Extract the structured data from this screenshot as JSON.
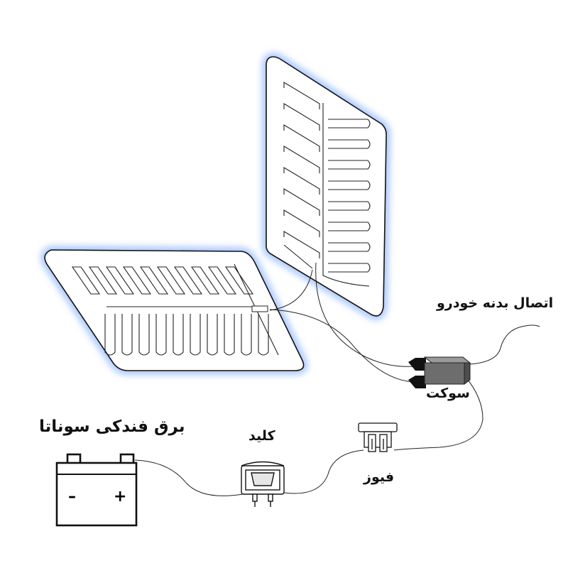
{
  "labels": {
    "ground": "اتصال بدنه خودرو",
    "socket": "سوکت",
    "battery": "برق فندکی سوناتا",
    "switch": "کلید",
    "fuse": "فیوز"
  },
  "battery_terminals": {
    "negative": "–",
    "positive": "+"
  },
  "colors": {
    "outline": "#111111",
    "pad_glow": "#8fb7ff",
    "socket_body": "#6d6d6d"
  }
}
